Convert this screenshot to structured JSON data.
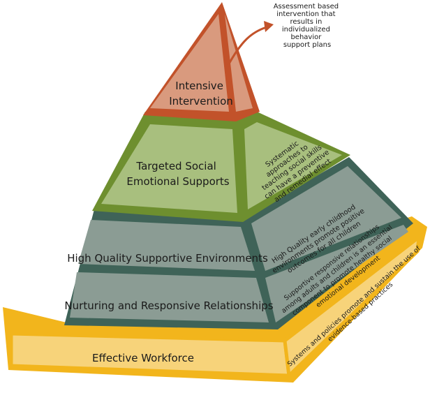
{
  "colors": {
    "intensive": "#d99a7e",
    "intensive_border": "#c2522a",
    "targeted": "#a8bf7e",
    "targeted_border": "#6e8f2f",
    "universal": "#8b9c94",
    "universal_border": "#3f6358",
    "workforce": "#f7d37a",
    "workforce_border": "#f2b51c"
  },
  "tiers": {
    "intensive": {
      "label_lines": [
        "Intensive",
        "Intervention"
      ]
    },
    "targeted": {
      "label_lines": [
        "Targeted Social",
        "Emotional Supports"
      ],
      "side_lines": [
        "Systematic",
        "approaches to",
        "teaching social skills",
        "can have a preventive",
        "and remedial effect"
      ]
    },
    "environments": {
      "label": "High Quality Supportive Environments",
      "side_lines": [
        "High Quality early childhood",
        "environments promote positive",
        "outcomes for all children"
      ]
    },
    "relationships": {
      "label": "Nurturing and Responsive Relationships",
      "side_lines": [
        "Supportive responsive relationships",
        "among adults and children is an essential",
        "component to promote healthy social",
        "emotional development"
      ]
    },
    "workforce": {
      "label": "Effective Workforce",
      "side_lines": [
        "Systems and policies promote and sustain the use of",
        "evidence-based practices"
      ]
    }
  },
  "callout": {
    "lines": [
      "Assessment based",
      "intervention that",
      "results in",
      "individualized",
      "behavior",
      "support plans"
    ]
  }
}
